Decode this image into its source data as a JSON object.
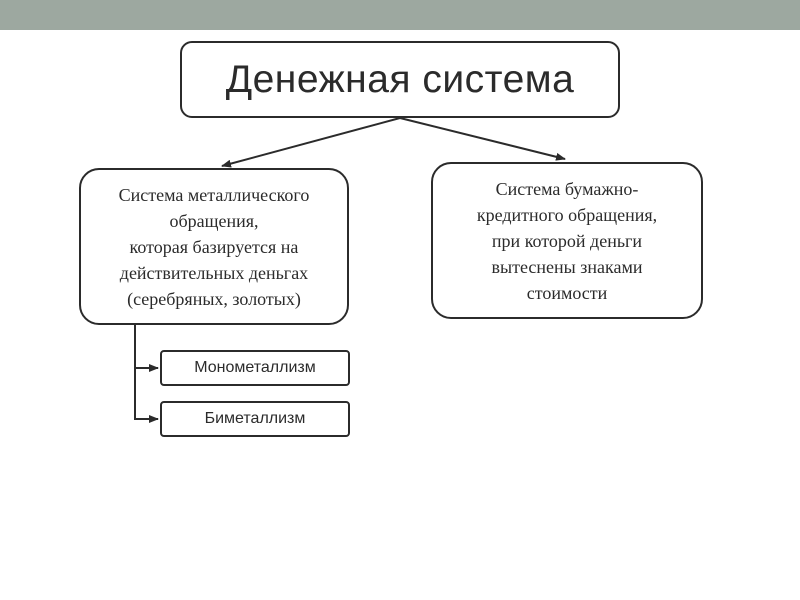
{
  "diagram": {
    "title": "Денежная система",
    "metal_system": "Система металлического\nобращения,\nкоторая базируется на\nдействительных деньгах\n(серебряных, золотых)",
    "paper_system": "Система бумажно-\nкредитного обращения,\nпри которой деньги\nвытеснены знаками\nстоимости",
    "sub_types": [
      "Монометаллизм",
      "Биметаллизм"
    ]
  },
  "colors": {
    "top_bar": "#9da8a0",
    "stroke": "#2b2b2b",
    "background": "#ffffff"
  }
}
